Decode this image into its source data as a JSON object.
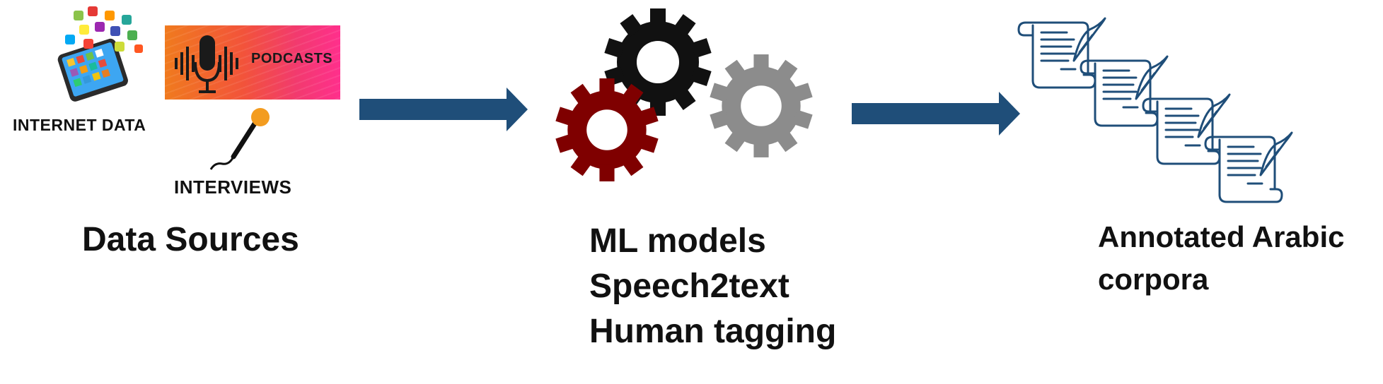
{
  "sources": {
    "internet_label": "INTERNET DATA",
    "podcasts_label": "PODCASTS",
    "interviews_label": "INTERVIEWS",
    "title": "Data Sources"
  },
  "process": {
    "lines": [
      "ML models",
      "Speech2text",
      "Human tagging"
    ]
  },
  "output": {
    "lines": [
      "Annotated Arabic",
      "corpora"
    ]
  },
  "colors": {
    "arrow": "#1f4e79",
    "gear_black": "#111111",
    "gear_red": "#7f0000",
    "gear_gray": "#8c8c8c",
    "scroll": "#1f4e79"
  }
}
